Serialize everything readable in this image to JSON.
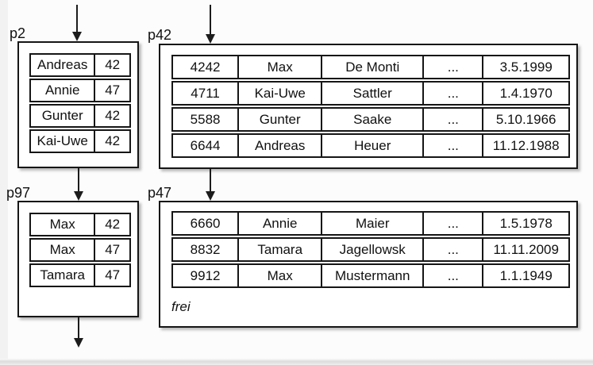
{
  "diagram": {
    "pages": {
      "p2": {
        "label": "p2",
        "type": "index-page",
        "rows": [
          [
            "Andreas",
            "42"
          ],
          [
            "Annie",
            "47"
          ],
          [
            "Gunter",
            "42"
          ],
          [
            "Kai-Uwe",
            "42"
          ]
        ]
      },
      "p42": {
        "label": "p42",
        "type": "data-page",
        "rows": [
          [
            "4242",
            "Max",
            "De Monti",
            "...",
            "3.5.1999"
          ],
          [
            "4711",
            "Kai-Uwe",
            "Sattler",
            "...",
            "1.4.1970"
          ],
          [
            "5588",
            "Gunter",
            "Saake",
            "...",
            "5.10.1966"
          ],
          [
            "6644",
            "Andreas",
            "Heuer",
            "...",
            "11.12.1988"
          ]
        ]
      },
      "p97": {
        "label": "p97",
        "type": "index-page",
        "rows": [
          [
            "Max",
            "42"
          ],
          [
            "Max",
            "47"
          ],
          [
            "Tamara",
            "47"
          ]
        ]
      },
      "p47": {
        "label": "p47",
        "type": "data-page",
        "free_space_label": "frei",
        "rows": [
          [
            "6660",
            "Annie",
            "Maier",
            "...",
            "1.5.1978"
          ],
          [
            "8832",
            "Tamara",
            "Jagellowsk",
            "...",
            "11.11.2009"
          ],
          [
            "9912",
            "Max",
            "Mustermann",
            "...",
            "1.1.1949"
          ]
        ]
      }
    },
    "colors": {
      "line": "#161616",
      "page_fill": "#ffffff",
      "canvas_background": "#fcfcfc"
    }
  }
}
